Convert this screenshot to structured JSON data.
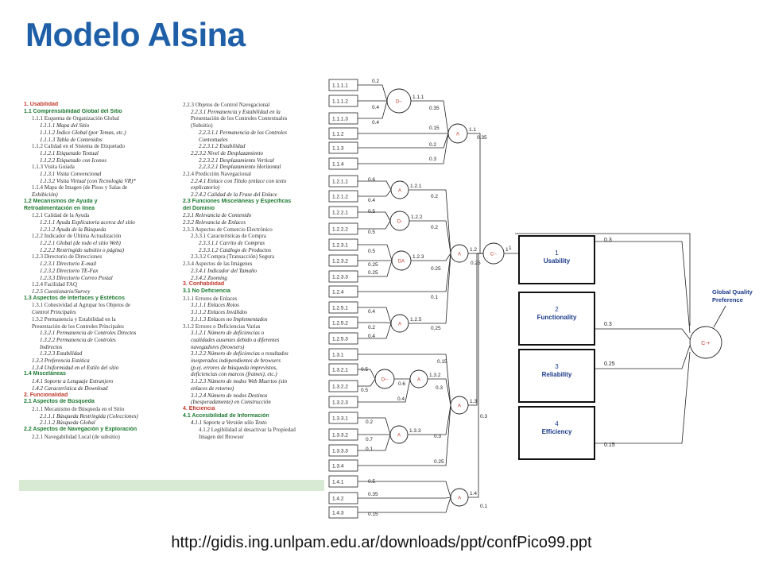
{
  "title": "Modelo Alsina",
  "source_url": "http://gidis.ing.unlpam.edu.ar/downloads/ppt/confPico99.ppt",
  "requirements_tree": {
    "left_column": [
      {
        "t": "1.  Usabilidad",
        "c": "red",
        "i": 0
      },
      {
        "t": "1.1 Comprensibilidad Global del Sitio",
        "c": "grn",
        "i": 0
      },
      {
        "t": "1.1.1 Esquema de Organización Global",
        "c": "dk",
        "i": 1
      },
      {
        "t": "1.1.1.1 Mapa del Sitio",
        "c": "it",
        "i": 2
      },
      {
        "t": "1.1.1.2 Índice Global (por Temas, etc.)",
        "c": "it",
        "i": 2
      },
      {
        "t": "1.1.1.3 Tabla de Contenidos",
        "c": "it",
        "i": 2
      },
      {
        "t": "1.1.2 Calidad en el Sistema de Etiquetado",
        "c": "dk",
        "i": 1
      },
      {
        "t": "1.1.2.1 Etiquetado Textual",
        "c": "it",
        "i": 2
      },
      {
        "t": "1.1.2.2 Etiquetado con Iconos",
        "c": "it",
        "i": 2
      },
      {
        "t": "1.1.3  Visita Guiada",
        "c": "dk",
        "i": 1
      },
      {
        "t": "1.1.3.1 Visita Convencional",
        "c": "it",
        "i": 2
      },
      {
        "t": "1.1.3.2 Visita Virtual (con Tecnología VR)*",
        "c": "it",
        "i": 2
      },
      {
        "t": "1.1.4 Mapa de Imagen (de Pisos y Salas de",
        "c": "dk",
        "i": 1
      },
      {
        "t": "Exhibición)",
        "c": "it",
        "i": 1
      },
      {
        "t": "1.2     Mecanismos    de    Ayuda    y",
        "c": "grn",
        "i": 0
      },
      {
        "t": "Retroalimentación en línea",
        "c": "grn",
        "i": 0
      },
      {
        "t": "1.2.1 Calidad de la Ayuda",
        "c": "dk",
        "i": 1
      },
      {
        "t": "1.2.1.1 Ayuda Explicatoria acerca del sitio",
        "c": "it",
        "i": 2
      },
      {
        "t": "1.2.1.2 Ayuda de la Búsqueda",
        "c": "it",
        "i": 2
      },
      {
        "t": "1.2.2 Indicador de Última Actualización",
        "c": "dk",
        "i": 1
      },
      {
        "t": "1.2.2.1 Global (de todo el sitio Web)",
        "c": "it",
        "i": 2
      },
      {
        "t": "1.2.2.2 Restringido  subsitio o página)",
        "c": "it",
        "i": 2
      },
      {
        "t": "1.2.3 Directorio de Direcciones",
        "c": "dk",
        "i": 1
      },
      {
        "t": "1.2.3.1 Directorio E-mail",
        "c": "it",
        "i": 2
      },
      {
        "t": "1.2.3.2 Directorio TE-Fax",
        "c": "it",
        "i": 2
      },
      {
        "t": "1.2.3.3 Directorio Correo Postal",
        "c": "it",
        "i": 2
      },
      {
        "t": "1.2.4  Facilidad FAQ",
        "c": "dk",
        "i": 1
      },
      {
        "t": "1.2.5 Cuestionario/Survey",
        "c": "it",
        "i": 1
      },
      {
        "t": "1.3 Aspectos de Interfaces y Estéticos",
        "c": "grn",
        "i": 0
      },
      {
        "t": "1.3.1  Cohesividad al Agrupar los Objetos de",
        "c": "dk",
        "i": 1
      },
      {
        "t": "Control Principales",
        "c": "it",
        "i": 1
      },
      {
        "t": "1.3.2    Permanencia  y  Estabilidad  en  la",
        "c": "dk",
        "i": 1
      },
      {
        "t": "Presentación de los Controles Principales",
        "c": "dk",
        "i": 1
      },
      {
        "t": "1.3.2.1 Permanencia de Controles Directos",
        "c": "it",
        "i": 2
      },
      {
        "t": "1.3.2.2      Permanencia    de    Controles",
        "c": "it",
        "i": 2
      },
      {
        "t": "Indirectos",
        "c": "it",
        "i": 2
      },
      {
        "t": "1.3.2.3 Estabilidad",
        "c": "it",
        "i": 2
      },
      {
        "t": "1.3.3 Preferencia Estética",
        "c": "it",
        "i": 1
      },
      {
        "t": "1.3.4  Uniformidad en el Estilo del sitio",
        "c": "it",
        "i": 1
      },
      {
        "t": "1.4 Misceláneas",
        "c": "grn",
        "i": 0
      },
      {
        "t": "1.4.1 Soporte a Lenguaje Extranjero",
        "c": "it",
        "i": 1
      },
      {
        "t": "1.4.2 Característica de Download",
        "c": "it",
        "i": 1
      },
      {
        "t": "2.  Funcionalidad",
        "c": "red",
        "i": 0
      },
      {
        "t": "2.1 Aspectos de Búsqueda",
        "c": "grn",
        "i": 0
      },
      {
        "t": "2.1.1 Mecanismo de Búsqueda en el Sitio",
        "c": "dk",
        "i": 1
      },
      {
        "t": "2.1.1.1 Búsqueda Restringida (Colecciones)",
        "c": "it",
        "i": 2
      },
      {
        "t": "2.1.1.2 Búsqueda Global",
        "c": "it",
        "i": 2
      },
      {
        "t": "2.2 Aspectos de Navegación y Exploración",
        "c": "grn",
        "i": 0
      },
      {
        "t": "2.2.1 Navegabilidad Local (de subsitio)",
        "c": "dk",
        "i": 1
      }
    ],
    "right_column": [
      {
        "t": "2.2.3 Objetos de Control Navegacional",
        "c": "dk",
        "i": 0
      },
      {
        "t": "2.2.3.1 Permanencia y Estabilidad en la",
        "c": "it",
        "i": 1
      },
      {
        "t": "Presentación de los Controles Contextuales",
        "c": "dk",
        "i": 1
      },
      {
        "t": "(Subsitio)",
        "c": "dk",
        "i": 1
      },
      {
        "t": "2.2.3.1.1 Permanencia de los Controles",
        "c": "it",
        "i": 2
      },
      {
        "t": "Contextuales",
        "c": "it",
        "i": 2
      },
      {
        "t": "2.2.3.1.2 Estabilidad",
        "c": "it",
        "i": 2
      },
      {
        "t": "2.2.3.2 Nivel de Desplazamiento",
        "c": "it",
        "i": 1
      },
      {
        "t": "2.2.3.2.1 Desplazamiento Vertical",
        "c": "it",
        "i": 2
      },
      {
        "t": "2.2.3.2.1 Desplazamiento Horizontal",
        "c": "it",
        "i": 2
      },
      {
        "t": "2.2.4 Predicción Navegacional",
        "c": "dk",
        "i": 0
      },
      {
        "t": "2.2.4.1 Enlace con Título (enlace con texto",
        "c": "it",
        "i": 1
      },
      {
        "t": "explicatorio)",
        "c": "it",
        "i": 1
      },
      {
        "t": "2.2.4.2 Calidad de la Frase del Enlace",
        "c": "it",
        "i": 1
      },
      {
        "t": "2.3 Funciones Misceláneas y Específicas",
        "c": "grn",
        "i": 0
      },
      {
        "t": "del Dominio",
        "c": "grn",
        "i": 0
      },
      {
        "t": "2.3.1 Relevancia de Contenido",
        "c": "it",
        "i": 0
      },
      {
        "t": "2.3.2 Relevancia de Enlaces",
        "c": "it",
        "i": 0
      },
      {
        "t": "2.3.3 Aspectos de Comercio Electrónico",
        "c": "dk",
        "i": 0
      },
      {
        "t": "2.3.3.1 Características de Compra",
        "c": "dk",
        "i": 1
      },
      {
        "t": "2.3.3.1.1 Carrito de Compras",
        "c": "it",
        "i": 2
      },
      {
        "t": "2.3.3.1.2 Catálogo de Productos",
        "c": "it",
        "i": 2
      },
      {
        "t": "2.3.3.2 Compra (Transacción) Segura",
        "c": "dk",
        "i": 1
      },
      {
        "t": "2.3.4 Aspectos de las Imágenes",
        "c": "dk",
        "i": 0
      },
      {
        "t": "2.3.4.1 Indicador del Tamaño",
        "c": "it",
        "i": 1
      },
      {
        "t": "2.3.4.2 Zooming",
        "c": "it",
        "i": 1
      },
      {
        "t": "3.  Confiabilidad",
        "c": "red",
        "i": 0
      },
      {
        "t": "3.1 No Deficiencia",
        "c": "grn",
        "i": 0
      },
      {
        "t": "3.1.1 Errores de Enlaces",
        "c": "dk",
        "i": 0
      },
      {
        "t": "3.1.1.1 Enlaces Rotos",
        "c": "it",
        "i": 1
      },
      {
        "t": "3.1.1.2 Enlaces Inválidos",
        "c": "it",
        "i": 1
      },
      {
        "t": "3.1.1.3 Enlaces no Implementados",
        "c": "it",
        "i": 1
      },
      {
        "t": "3.1.2 Errores o Deficiencias Varias",
        "c": "dk",
        "i": 0
      },
      {
        "t": "3.1.2.1    Número    de    deficiencias   o",
        "c": "it",
        "i": 1
      },
      {
        "t": "cualidades   ausentes   debido   a   diferentes",
        "c": "it",
        "i": 1
      },
      {
        "t": "navegadores (browsers)",
        "c": "it",
        "i": 1
      },
      {
        "t": "3.1.2.2 Número de deficiencias o resultados",
        "c": "it",
        "i": 1
      },
      {
        "t": "inesperados independientes de browsers",
        "c": "it",
        "i": 1
      },
      {
        "t": "(p.ej. errores de búsqueda imprevistos,",
        "c": "it",
        "i": 1
      },
      {
        "t": "deficiencias con marcos (frames), etc.)",
        "c": "it",
        "i": 1
      },
      {
        "t": "3.1.2.3 Número de nodos Web Muertos (sin",
        "c": "it",
        "i": 1
      },
      {
        "t": "enlaces de retorno)",
        "c": "it",
        "i": 1
      },
      {
        "t": "3.1.2.4    Número  de  nodos  Destinos",
        "c": "it",
        "i": 1
      },
      {
        "t": "(Inesperadamente) en Construcción",
        "c": "it",
        "i": 1
      },
      {
        "t": "4.  Eficiencia",
        "c": "red",
        "i": 0
      },
      {
        "t": "4.1 Accesibilidad de Información",
        "c": "grn",
        "i": 0
      },
      {
        "t": "4.1.1 Soporte a Versión sólo Texto",
        "c": "it",
        "i": 1
      },
      {
        "t": "4.1.2 Legibilidad al desactivar la Propiedad",
        "c": "dk",
        "i": 2
      },
      {
        "t": "Imagen del Browser",
        "c": "dk",
        "i": 2
      }
    ]
  },
  "aggregation_diagram": {
    "leaves": [
      {
        "id": "L1111",
        "label": "1.1.1.1"
      },
      {
        "id": "L1112",
        "label": "1.1.1.2"
      },
      {
        "id": "L1113",
        "label": "1.1.1.3"
      },
      {
        "id": "L112",
        "label": "1.1.2"
      },
      {
        "id": "L113",
        "label": "1.1.3"
      },
      {
        "id": "L114",
        "label": "1.1.4"
      },
      {
        "id": "L1211",
        "label": "1.2.1.1"
      },
      {
        "id": "L1212",
        "label": "1.2.1.2"
      },
      {
        "id": "L1221",
        "label": "1.2.2.1"
      },
      {
        "id": "L1222",
        "label": "1.2.2.2"
      },
      {
        "id": "L1231",
        "label": "1.2.3.1"
      },
      {
        "id": "L1232",
        "label": "1.2.3.2"
      },
      {
        "id": "L1233",
        "label": "1.2.3.3"
      },
      {
        "id": "L124",
        "label": "1.2.4"
      },
      {
        "id": "L1251",
        "label": "1.2.5.1"
      },
      {
        "id": "L1252",
        "label": "1.2.5.2"
      },
      {
        "id": "L1253",
        "label": "1.2.5.3"
      },
      {
        "id": "L131",
        "label": "1.3.1"
      },
      {
        "id": "L1321",
        "label": "1.3.2.1"
      },
      {
        "id": "L1322",
        "label": "1.3.2.2"
      },
      {
        "id": "L1323",
        "label": "1.3.2.3"
      },
      {
        "id": "L1331",
        "label": "1.3.3.1"
      },
      {
        "id": "L1332",
        "label": "1.3.3.2"
      },
      {
        "id": "L1333",
        "label": "1.3.3.3"
      },
      {
        "id": "L134",
        "label": "1.3.4"
      },
      {
        "id": "L141",
        "label": "1.4.1"
      },
      {
        "id": "L142",
        "label": "1.4.2"
      },
      {
        "id": "L143",
        "label": "1.4.3"
      }
    ],
    "operators": [
      {
        "id": "O111",
        "symbol": "D--",
        "name": "1.1.1"
      },
      {
        "id": "O11",
        "symbol": "A",
        "name": "1.1"
      },
      {
        "id": "O121",
        "symbol": "A",
        "name": "1.2.1"
      },
      {
        "id": "O122",
        "symbol": "D-",
        "name": "1.2.2"
      },
      {
        "id": "O123",
        "symbol": "DA",
        "name": "1.2.3"
      },
      {
        "id": "O125",
        "symbol": "A",
        "name": "1.2.5"
      },
      {
        "id": "O12",
        "symbol": "A",
        "name": "1.2"
      },
      {
        "id": "O1",
        "symbol": "C--",
        "name": "1"
      },
      {
        "id": "O1321",
        "symbol": "D--",
        "name": ""
      },
      {
        "id": "O132",
        "symbol": "A",
        "name": "1.3.2"
      },
      {
        "id": "O13",
        "symbol": "A",
        "name": "1.3"
      },
      {
        "id": "O133",
        "symbol": "A",
        "name": "1.3.3"
      },
      {
        "id": "O14",
        "symbol": "A",
        "name": "1.4"
      },
      {
        "id": "OG",
        "symbol": "C-+",
        "name": ""
      }
    ],
    "edges": [
      {
        "from": "L1111",
        "to": "O111",
        "w": "0.2"
      },
      {
        "from": "L1112",
        "to": "O111",
        "w": "0.4"
      },
      {
        "from": "L1113",
        "to": "O111",
        "w": "0.4"
      },
      {
        "from": "O111",
        "to": "O11",
        "w": "0.35"
      },
      {
        "from": "L112",
        "to": "O11",
        "w": "0.15"
      },
      {
        "from": "L113",
        "to": "O11",
        "w": "0.2"
      },
      {
        "from": "L114",
        "to": "O11",
        "w": "0.3"
      },
      {
        "from": "L1211",
        "to": "O121",
        "w": "0.6"
      },
      {
        "from": "L1212",
        "to": "O121",
        "w": "0.4"
      },
      {
        "from": "L1221",
        "to": "O122",
        "w": "0.5"
      },
      {
        "from": "L1222",
        "to": "O122",
        "w": "0.5"
      },
      {
        "from": "L1231",
        "to": "O123",
        "w": "0.5"
      },
      {
        "from": "L1232",
        "to": "O123",
        "w": "0.25"
      },
      {
        "from": "L1233",
        "to": "O123",
        "w": "0.25"
      },
      {
        "from": "L1251",
        "to": "O125",
        "w": "0.4"
      },
      {
        "from": "L1252",
        "to": "O125",
        "w": "0.2"
      },
      {
        "from": "L1253",
        "to": "O125",
        "w": "0.4"
      },
      {
        "from": "O121",
        "to": "O12",
        "w": "0.2"
      },
      {
        "from": "O122",
        "to": "O12",
        "w": "0.2"
      },
      {
        "from": "O123",
        "to": "O12",
        "w": "0.25"
      },
      {
        "from": "L124",
        "to": "O12",
        "w": "0.1"
      },
      {
        "from": "O125",
        "to": "O12",
        "w": "0.25"
      },
      {
        "from": "O11",
        "to": "O1",
        "w": "0.35"
      },
      {
        "from": "O12",
        "to": "O1",
        "w": "0.25"
      },
      {
        "from": "O13",
        "to": "O1",
        "w": "0.3"
      },
      {
        "from": "O14",
        "to": "O1",
        "w": "0.1"
      },
      {
        "from": "L131",
        "to": "O13",
        "w": "0.15"
      },
      {
        "from": "L1321",
        "to": "O1321",
        "w": "0.5"
      },
      {
        "from": "L1322",
        "to": "O1321",
        "w": "0.5"
      },
      {
        "from": "O1321",
        "to": "O132",
        "w": "0.6"
      },
      {
        "from": "L1323",
        "to": "O132",
        "w": "0.4"
      },
      {
        "from": "O132",
        "to": "O13",
        "w": "0.3"
      },
      {
        "from": "L1331",
        "to": "O133",
        "w": "0.2"
      },
      {
        "from": "L1332",
        "to": "O133",
        "w": "0.7"
      },
      {
        "from": "L1333",
        "to": "O133",
        "w": "0.1"
      },
      {
        "from": "O133",
        "to": "O13",
        "w": "0.3"
      },
      {
        "from": "L134",
        "to": "O13",
        "w": "0.25"
      },
      {
        "from": "L141",
        "to": "O14",
        "w": "0.5"
      },
      {
        "from": "L142",
        "to": "O14",
        "w": "0.35"
      },
      {
        "from": "L143",
        "to": "O14",
        "w": "0.15"
      }
    ],
    "characteristics": [
      {
        "num": "1",
        "name": "Usability",
        "weight": "0.3"
      },
      {
        "num": "2",
        "name": "Functionality",
        "weight": "0.3"
      },
      {
        "num": "3",
        "name": "Reliability",
        "weight": "0.25"
      },
      {
        "num": "4",
        "name": "Efficiency",
        "weight": "0.15"
      }
    ],
    "global_label_line1": "Global Quality",
    "global_label_line2": "Preference",
    "colors": {
      "node_text": "#c0392b",
      "char_text": "#1a3a8a",
      "box_border": "#222222"
    }
  }
}
